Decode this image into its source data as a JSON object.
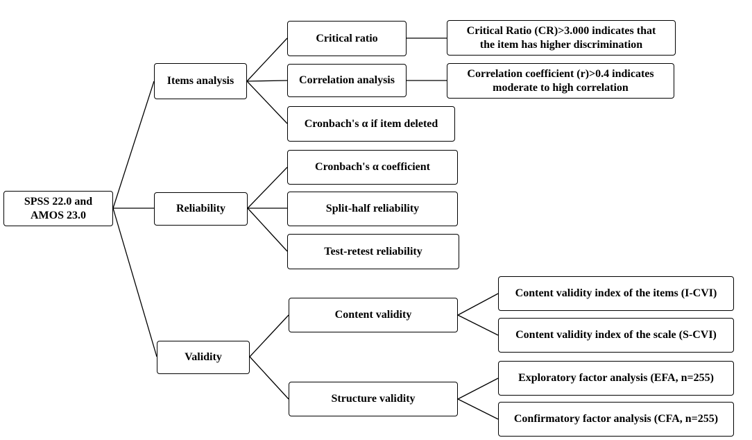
{
  "root": {
    "label_line1": "SPSS 22.0 and",
    "label_line2": "AMOS 23.0"
  },
  "items_analysis": {
    "label": "Items analysis",
    "children": [
      {
        "label": "Critical ratio",
        "note_line1": "Critical Ratio (CR)>3.000 indicates that",
        "note_line2": "the item has higher discrimination"
      },
      {
        "label": "Correlation analysis",
        "note_line1": "Correlation coefficient (r)>0.4 indicates",
        "note_line2": "moderate to high correlation"
      },
      {
        "label": "Cronbach's α if item deleted"
      }
    ]
  },
  "reliability": {
    "label": "Reliability",
    "children": [
      {
        "label": "Cronbach's α coefficient"
      },
      {
        "label": "Split-half reliability"
      },
      {
        "label": "Test-retest reliability"
      }
    ]
  },
  "validity": {
    "label": "Validity",
    "content_validity": {
      "label": "Content validity",
      "children": [
        {
          "label": "Content validity index of the items (I-CVI)"
        },
        {
          "label": "Content validity index of the scale (S-CVI)"
        }
      ]
    },
    "structure_validity": {
      "label": "Structure validity",
      "children": [
        {
          "label": "Exploratory factor analysis (EFA, n=255)"
        },
        {
          "label": "Confirmatory factor analysis (CFA, n=255)"
        }
      ]
    }
  }
}
